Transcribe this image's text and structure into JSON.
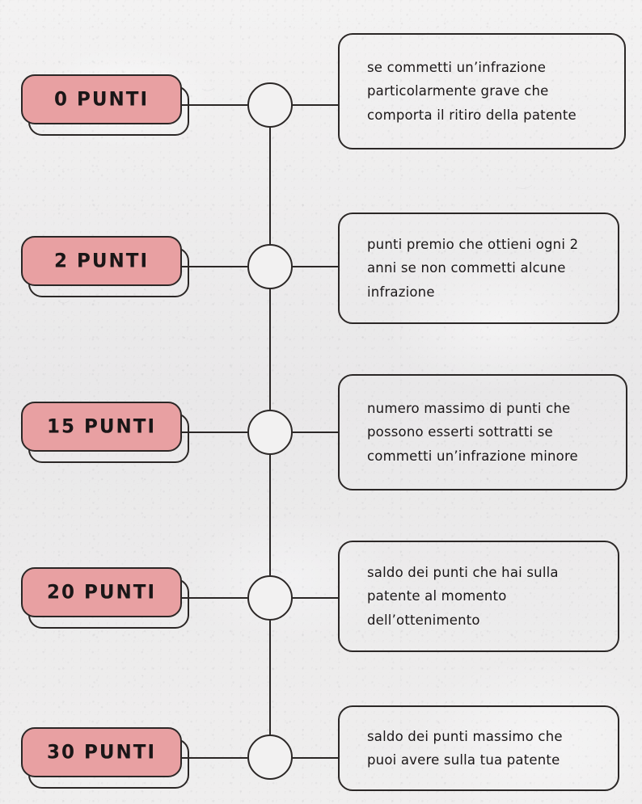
{
  "page": {
    "title": "Punti patente — infografica",
    "background_color": "#ecebeb",
    "ink_color": "#2b2726",
    "badge_color": "#e8a0a2",
    "node_fill_color": "#f2f1f1"
  },
  "rows": [
    {
      "badge_label": "0 PUNTI",
      "description": "se commetti un’infrazione\nparticolarmente grave che\ncomporta il ritiro della patente"
    },
    {
      "badge_label": "2 PUNTI",
      "description": "punti premio che ottieni ogni 2\nanni se non commetti alcune\ninfrazione"
    },
    {
      "badge_label": "15 PUNTI",
      "description": "numero massimo di punti che\npossono esserti sottratti se\ncommetti un’infrazione minore"
    },
    {
      "badge_label": "20 PUNTI",
      "description": "saldo dei punti che hai sulla\npatente al momento\ndell’ottenimento"
    },
    {
      "badge_label": "30 PUNTI",
      "description": "saldo dei punti massimo che\npuoi avere sulla tua patente"
    }
  ]
}
